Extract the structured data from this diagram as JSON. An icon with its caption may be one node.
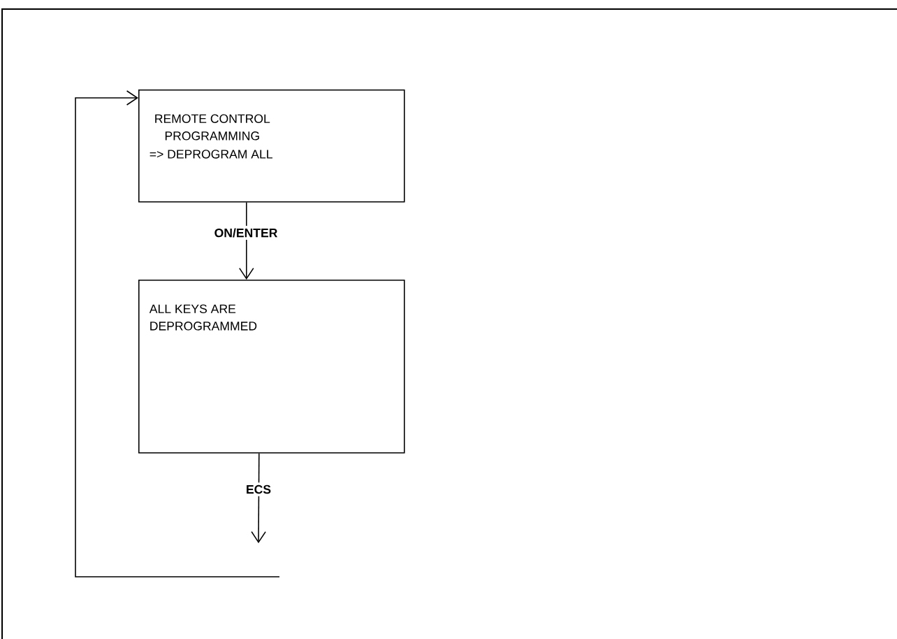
{
  "diagram": {
    "nodes": [
      {
        "text": [
          "REMOTE CONTROL PROGRAMMING",
          "=> DEPROGRAM ALL"
        ]
      },
      {
        "text": [
          "ALL KEYS ARE DEPROGRAMMED"
        ]
      }
    ],
    "edges": [
      {
        "from": 0,
        "to": 1,
        "arrow": "to",
        "label": "ON/ENTER"
      },
      {
        "from": 1,
        "to": null,
        "arrow": "to",
        "label": "ECS"
      },
      {
        "from": null,
        "to": 0,
        "arrow": "to"
      }
    ]
  }
}
